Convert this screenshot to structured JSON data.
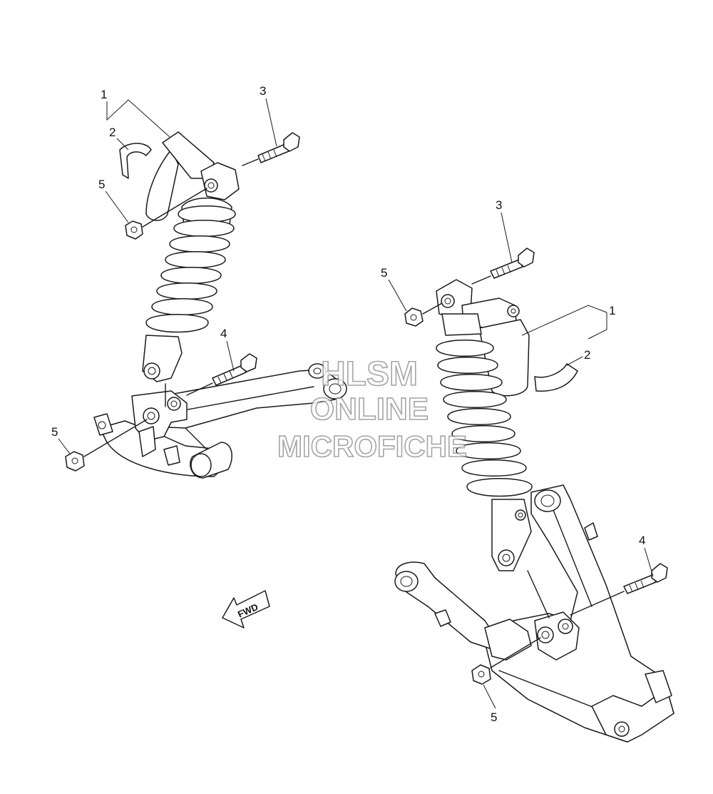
{
  "callouts": {
    "left": {
      "c1": "1",
      "c2": "2",
      "c3": "3",
      "c4": "4",
      "c5_upper": "5",
      "c5_lower": "5"
    },
    "right": {
      "c1": "1",
      "c2": "2",
      "c3": "3",
      "c4": "4",
      "c5_upper": "5",
      "c5_lower": "5"
    }
  },
  "fwd_label": "FWD",
  "watermark": {
    "line1": "HLSM",
    "line2": "ONLINE",
    "line3": "MICROFICHE"
  },
  "colors": {
    "line": "#1a1a1a",
    "watermark_outline": "#8f8f8f"
  }
}
